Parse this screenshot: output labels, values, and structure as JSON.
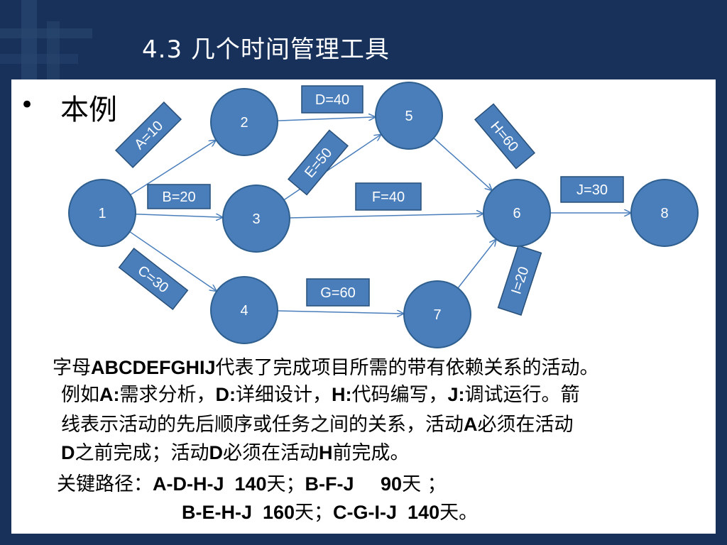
{
  "title": "4.3  几个时间管理工具",
  "bullet_text": "本例",
  "colors": {
    "background": "#17315a",
    "node_fill": "#4a7ebb",
    "node_stroke": "#2e5f8e",
    "edge": "#4a7ebb"
  },
  "nodes": [
    {
      "id": "1",
      "label": "1"
    },
    {
      "id": "2",
      "label": "2"
    },
    {
      "id": "3",
      "label": "3"
    },
    {
      "id": "4",
      "label": "4"
    },
    {
      "id": "5",
      "label": "5"
    },
    {
      "id": "6",
      "label": "6"
    },
    {
      "id": "7",
      "label": "7"
    },
    {
      "id": "8",
      "label": "8"
    }
  ],
  "edges": [
    {
      "from": "1",
      "to": "2",
      "label": "A=10"
    },
    {
      "from": "1",
      "to": "3",
      "label": "B=20"
    },
    {
      "from": "1",
      "to": "4",
      "label": "C=30"
    },
    {
      "from": "2",
      "to": "5",
      "label": "D=40"
    },
    {
      "from": "3",
      "to": "5",
      "label": "E=50"
    },
    {
      "from": "3",
      "to": "6",
      "label": "F=40"
    },
    {
      "from": "4",
      "to": "7",
      "label": "G=60"
    },
    {
      "from": "5",
      "to": "6",
      "label": "H=60"
    },
    {
      "from": "7",
      "to": "6",
      "label": "I=20"
    },
    {
      "from": "6",
      "to": "8",
      "label": "J=30"
    }
  ],
  "description": {
    "line1a": "字母",
    "line1b": "ABCDEFGHIJ",
    "line1c": "代表了完成项目所需的带有依赖关系的活动。",
    "line2a": "例如",
    "line2b": "A:",
    "line2c": "需求分析，",
    "line2d": "D:",
    "line2e": "详细设计，",
    "line2f": "H:",
    "line2g": "代码编写，",
    "line2h": "J:",
    "line2i": "调试运行。箭",
    "line3a": "线表示活动的先后顺序或任务之间的关系，活动",
    "line3b": "A",
    "line3c": "必须在活动",
    "line4a": "D",
    "line4b": "之前完成；活动",
    "line4c": "D",
    "line4d": "必须在活动",
    "line4e": "H",
    "line4f": "前完成。",
    "line5a": "关键路径：",
    "line5b": "A-D-H-J  140",
    "line5c": "天；",
    "line5d": "B-F-J     90",
    "line5e": "天 ；",
    "line6a": "B-E-H-J  160",
    "line6b": "天；",
    "line6c": "C-G-I-J  140",
    "line6d": "天。"
  }
}
